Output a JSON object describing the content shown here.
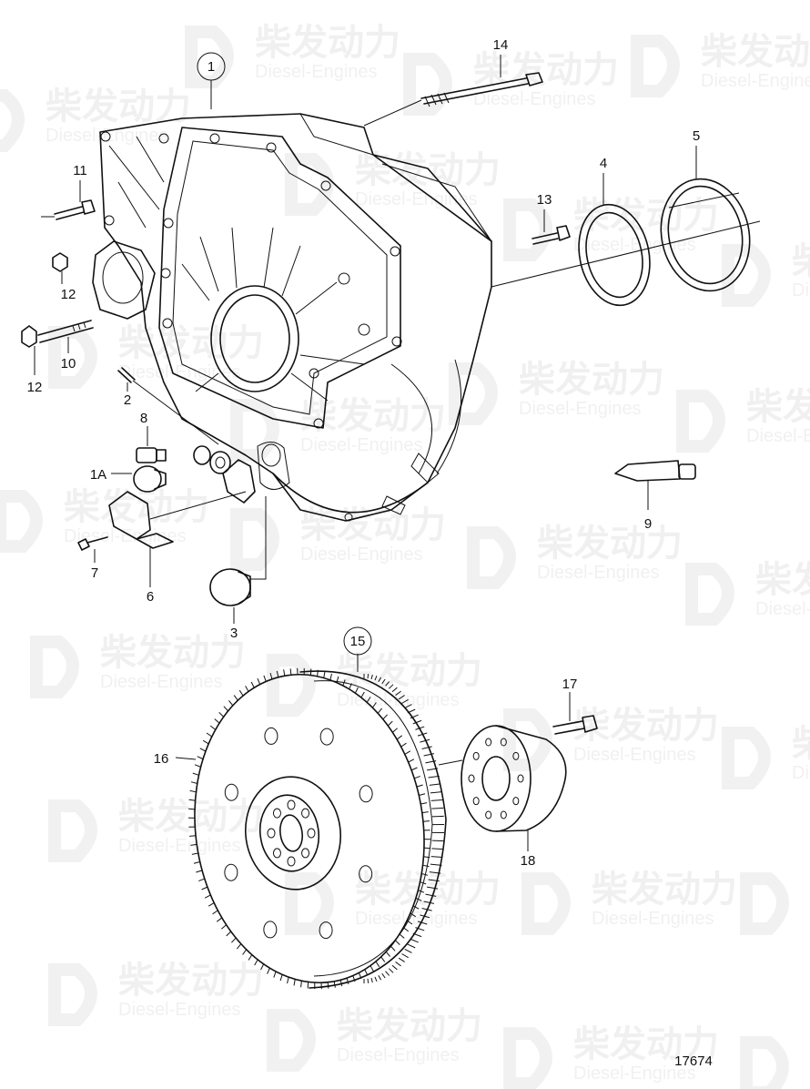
{
  "diagram_number": "17674",
  "watermark": {
    "cn": "柴发动力",
    "en": "Diesel-Engines"
  },
  "callouts": {
    "c1": "1",
    "c1A": "1A",
    "c2": "2",
    "c3": "3",
    "c4": "4",
    "c5": "5",
    "c6": "6",
    "c7": "7",
    "c8": "8",
    "c9": "9",
    "c10": "10",
    "c11": "11",
    "c12a": "12",
    "c12b": "12",
    "c13": "13",
    "c14": "14",
    "c15": "15",
    "c16": "16",
    "c17": "17",
    "c18": "18"
  }
}
